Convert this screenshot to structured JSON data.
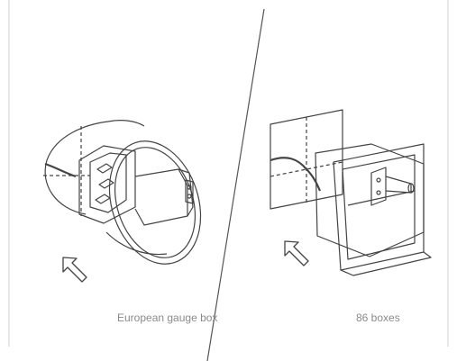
{
  "panels": {
    "left": {
      "caption": "European gauge box",
      "box_type_icon": "round-gauge-box-illustration"
    },
    "right": {
      "caption": "86 boxes",
      "box_type_icon": "square-86-box-illustration"
    }
  },
  "icons": {
    "arrow": "cursor-arrow-icon"
  },
  "colors": {
    "line": "#444444",
    "frame": "#cfcfcf",
    "caption": "#8a8a8a",
    "background": "#ffffff"
  }
}
